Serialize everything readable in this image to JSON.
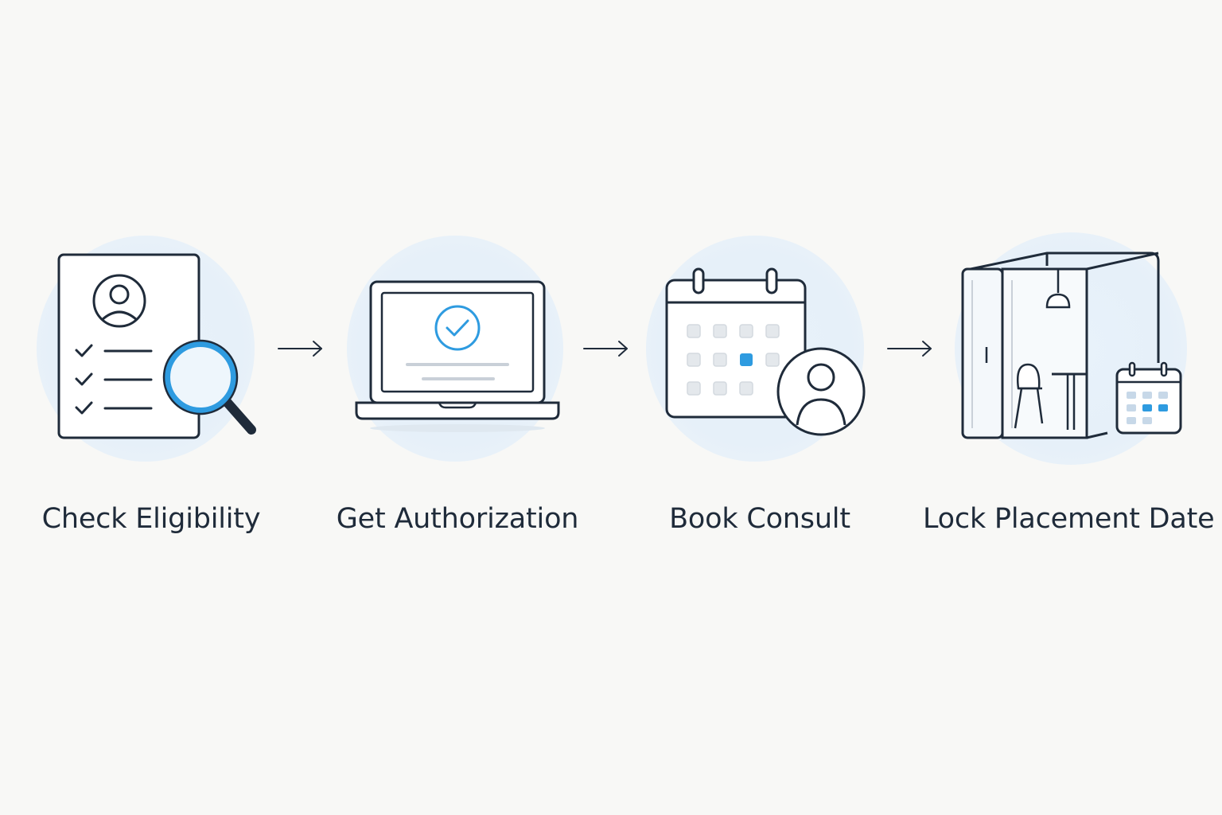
{
  "colors": {
    "background": "#f8f8f6",
    "stroke": "#1f2b3a",
    "accent": "#2e9be0",
    "halo": "#e6f0f9",
    "muted": "#c9d0d8"
  },
  "steps": [
    {
      "label": "Check Eligibility",
      "icon": "document-magnifier-icon"
    },
    {
      "label": "Get Authorization",
      "icon": "laptop-check-icon"
    },
    {
      "label": "Book Consult",
      "icon": "calendar-person-icon"
    },
    {
      "label": "Lock Placement Date",
      "icon": "office-pod-calendar-icon"
    }
  ],
  "connectors": [
    "arrow-right-icon",
    "arrow-right-icon",
    "arrow-right-icon"
  ]
}
